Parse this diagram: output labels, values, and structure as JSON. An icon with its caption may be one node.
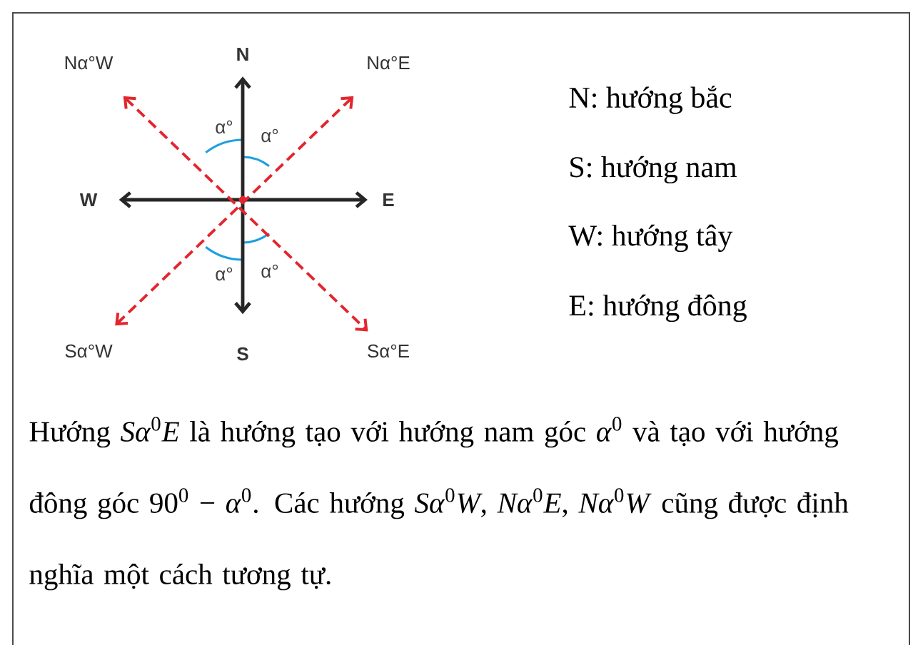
{
  "diagram": {
    "nodes": [
      {
        "text": [
          "Nα°W"
        ]
      },
      {
        "text": [
          "N"
        ]
      },
      {
        "text": [
          "Nα°E"
        ]
      },
      {
        "text": [
          "W"
        ]
      },
      {
        "text": [
          "E"
        ]
      },
      {
        "text": [
          "Sα°W"
        ]
      },
      {
        "text": [
          "S"
        ]
      },
      {
        "text": [
          "Sα°E"
        ]
      }
    ],
    "edges": [
      {
        "from": 1,
        "to": 6,
        "arrow": "both"
      },
      {
        "from": 3,
        "to": 4,
        "arrow": "both"
      },
      {
        "from": 0,
        "to": 7,
        "arrow": "both",
        "style": "dashed",
        "color": "#e3262e"
      },
      {
        "from": 2,
        "to": 5,
        "arrow": "both",
        "style": "dashed",
        "color": "#e3262e"
      }
    ],
    "labels": [
      "α°",
      "α°",
      "α°",
      "α°",
      "N: hướng bắc",
      "S: hướng nam",
      "W: hướng tây",
      "E: hướng đông",
      "Hướng *Sα*$^{0}$*E* là hướng tạo với hướng nam góc *α*$^{0}$ và tạo với hướng đông góc 90$^{0}$ − *α*$^{0}$. Các hướng *Sα*$^{0}$*W*, *Nα*$^{0}$*E*, *Nα*$^{0}$*W* cũng được định nghĩa một cách tương tự."
    ]
  }
}
